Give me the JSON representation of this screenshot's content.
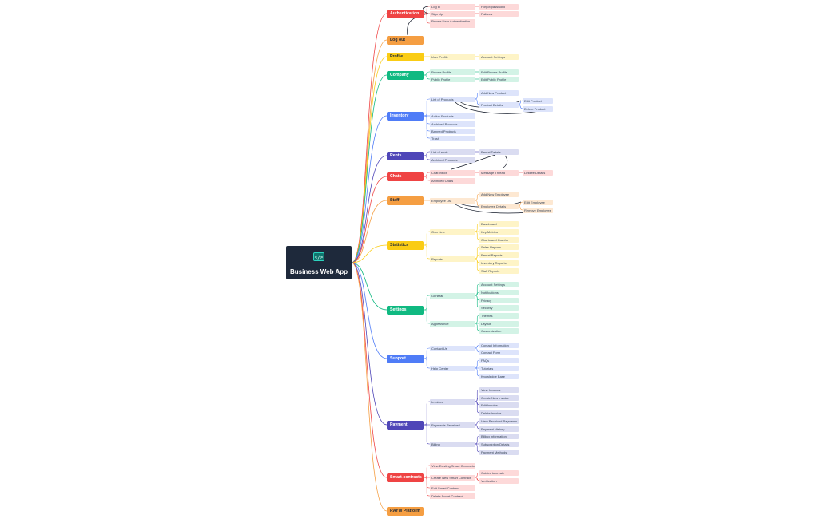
{
  "root": {
    "title": "Business Web App",
    "icon": "code-window-icon"
  },
  "colors": {
    "red": "#ef4444",
    "orange": "#f59e42",
    "yellow": "#facc15",
    "green": "#10b981",
    "blue": "#4f7cf7",
    "indigo": "#4f46b8",
    "redLight": "#fdd9d9",
    "orangeLight": "#fde8d2",
    "yellowLight": "#fef4c7",
    "greenLight": "#d3f3e6",
    "blueLight": "#dde4fb",
    "indigoLight": "#dadcf1"
  },
  "categories": [
    {
      "label": "Authentication",
      "color": "red",
      "children": [
        {
          "label": "Log in",
          "children": [
            {
              "label": "Forgot password"
            }
          ]
        },
        {
          "label": "Sign Up",
          "children": [
            {
              "label": "Failures"
            }
          ]
        },
        {
          "label": "Private User Authentication"
        }
      ]
    },
    {
      "label": "Log out",
      "color": "orange",
      "children": []
    },
    {
      "label": "Profile",
      "color": "yellow",
      "children": [
        {
          "label": "User Profile",
          "children": [
            {
              "label": "Account Settings"
            }
          ]
        }
      ]
    },
    {
      "label": "Company",
      "color": "green",
      "children": [
        {
          "label": "Private Profile",
          "children": [
            {
              "label": "Edit Private Profile"
            }
          ]
        },
        {
          "label": "Public Profile",
          "children": [
            {
              "label": "Edit Public Profile"
            }
          ]
        }
      ]
    },
    {
      "label": "Inventory",
      "color": "blue",
      "children": [
        {
          "label": "List of Products",
          "children": [
            {
              "label": "Add New Product"
            },
            {
              "label": "Product Details",
              "children": [
                {
                  "label": "Edit Product"
                },
                {
                  "label": "Delete Product"
                }
              ]
            }
          ]
        },
        {
          "label": "Active Products"
        },
        {
          "label": "Archived Products"
        },
        {
          "label": "Banned Products"
        },
        {
          "label": "Trash"
        }
      ]
    },
    {
      "label": "Rents",
      "color": "indigo",
      "children": [
        {
          "label": "List of rents",
          "children": [
            {
              "label": "Rental Details"
            }
          ]
        },
        {
          "label": "Archived Products"
        }
      ]
    },
    {
      "label": "Chats",
      "color": "red",
      "children": [
        {
          "label": "Chat Inbox",
          "children": [
            {
              "label": "Message Thread",
              "children": [
                {
                  "label": "Lessee Details"
                }
              ]
            }
          ]
        },
        {
          "label": "Archived Chats"
        }
      ]
    },
    {
      "label": "Staff",
      "color": "orange",
      "children": [
        {
          "label": "Employee List",
          "children": [
            {
              "label": "Add New Employee"
            },
            {
              "label": "Employee Details",
              "children": [
                {
                  "label": "Edit Employee"
                },
                {
                  "label": "Remove Employee"
                }
              ]
            }
          ]
        }
      ]
    },
    {
      "label": "Statistics",
      "color": "yellow",
      "children": [
        {
          "label": "Overview",
          "children": [
            {
              "label": "Dashboard"
            },
            {
              "label": "Key Metrics"
            },
            {
              "label": "Charts and Graphs"
            }
          ]
        },
        {
          "label": "Reports",
          "children": [
            {
              "label": "Sales Reports"
            },
            {
              "label": "Rental Reports"
            },
            {
              "label": "Inventory Reports"
            },
            {
              "label": "Staff Reports"
            }
          ]
        }
      ]
    },
    {
      "label": "Settings",
      "color": "green",
      "children": [
        {
          "label": "General",
          "children": [
            {
              "label": "Account Settings"
            },
            {
              "label": "Notifications"
            },
            {
              "label": "Privacy"
            },
            {
              "label": "Security"
            }
          ]
        },
        {
          "label": "Appearance",
          "children": [
            {
              "label": "Themes"
            },
            {
              "label": "Layout"
            },
            {
              "label": "Customization"
            }
          ]
        }
      ]
    },
    {
      "label": "Support",
      "color": "blue",
      "children": [
        {
          "label": "Contact Us",
          "children": [
            {
              "label": "Contact Information"
            },
            {
              "label": "Contact Form"
            }
          ]
        },
        {
          "label": "Help Center",
          "children": [
            {
              "label": "FAQs"
            },
            {
              "label": "Tutorials"
            },
            {
              "label": "Knowledge Base"
            }
          ]
        }
      ]
    },
    {
      "label": "Payment",
      "color": "indigo",
      "children": [
        {
          "label": "Invoices",
          "children": [
            {
              "label": "View Invoices"
            },
            {
              "label": "Create New Invoice"
            },
            {
              "label": "Edit Invoice"
            },
            {
              "label": "Delete Invoice"
            }
          ]
        },
        {
          "label": "Payments Received",
          "children": [
            {
              "label": "View Received Payments"
            },
            {
              "label": "Payment History"
            }
          ]
        },
        {
          "label": "Billing",
          "children": [
            {
              "label": "Billing Information"
            },
            {
              "label": "Subscription Details"
            },
            {
              "label": "Payment Methods"
            }
          ]
        }
      ]
    },
    {
      "label": "Smart-contracts",
      "color": "red",
      "children": [
        {
          "label": "View Existing Smart Contracts"
        },
        {
          "label": "Create New Smart Contract",
          "children": [
            {
              "label": "Guides to create"
            },
            {
              "label": "Verification"
            }
          ]
        },
        {
          "label": "Edit Smart Contract"
        },
        {
          "label": "Delete Smart Contract"
        }
      ]
    },
    {
      "label": "RAYW Platform",
      "color": "orange",
      "children": []
    }
  ]
}
